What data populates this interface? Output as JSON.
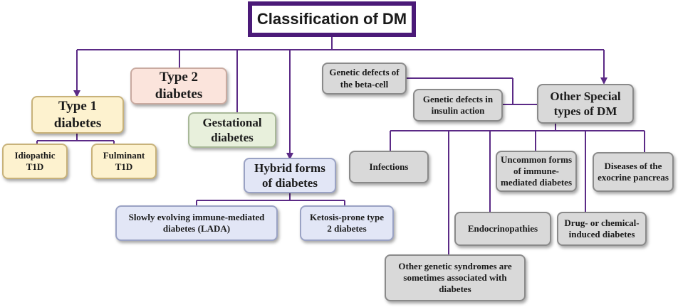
{
  "title": "Classification of DM",
  "nodes": {
    "type1": "Type 1 diabetes",
    "idiopathic": "Idiopathic\nT1D",
    "fulminant": "Fulminant\nT1D",
    "type2": "Type 2 diabetes",
    "gestational": "Gestational\ndiabetes",
    "hybrid": "Hybrid forms\nof diabetes",
    "lada": "Slowly evolving immune-mediated\ndiabetes (LADA)",
    "ketosis": "Ketosis-prone type\n2 diabetes",
    "beta_cell": "Genetic defects of\nthe beta-cell",
    "insulin_action": "Genetic defects in\ninsulin action",
    "other": "Other Special\ntypes of DM",
    "infections": "Infections",
    "uncommon": "Uncommon forms\nof immune-\nmediated diabetes",
    "exocrine": "Diseases of the\nexocrine pancreas",
    "endocrinopathies": "Endocrinopathies",
    "drug": "Drug- or chemical-\ninduced diabetes",
    "genetic_syndromes": "Other genetic syndromes are\nsometimes associated with\ndiabetes"
  },
  "colors": {
    "connector": "#5b2a86",
    "title_border": "#4b1a78",
    "type1_fill": "#fdf2cf",
    "type2_fill": "#fbe4dc",
    "gestational_fill": "#e8f0dc",
    "hybrid_fill": "#e2e6f6",
    "other_fill": "#d9d9d9"
  }
}
